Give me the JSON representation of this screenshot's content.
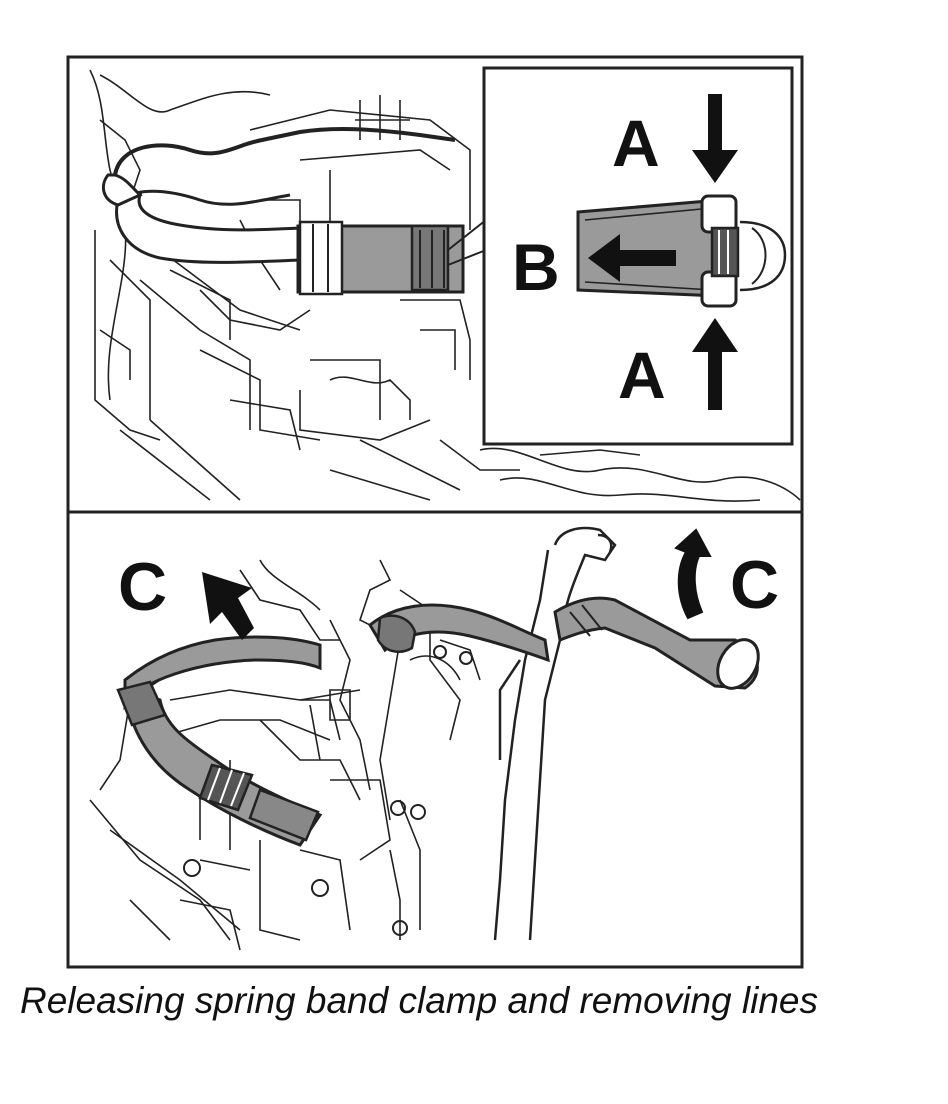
{
  "labels": {
    "a_top": "A",
    "a_bottom": "A",
    "b": "B",
    "c_left": "C",
    "c_right": "C"
  },
  "caption": "Releasing spring band clamp and removing lines",
  "colors": {
    "line": "#222222",
    "hose_fill": "#9a9a9a",
    "background": "#ffffff"
  }
}
